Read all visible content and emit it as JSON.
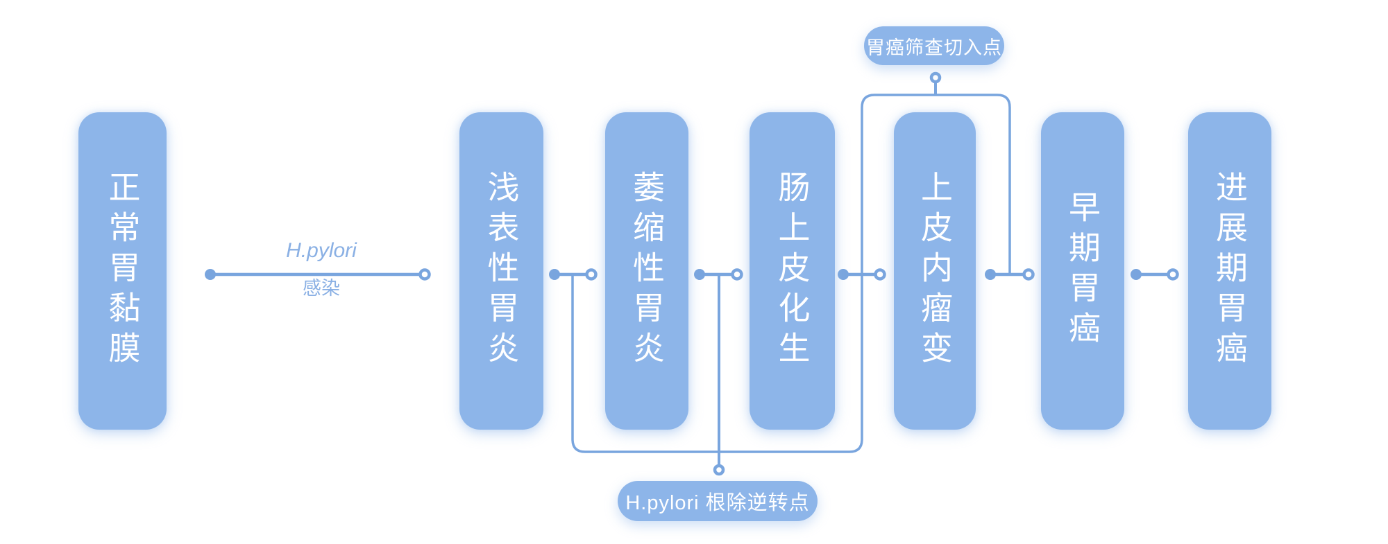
{
  "diagram": {
    "stages": [
      {
        "label": "正常胃黏膜"
      },
      {
        "label": "浅表性胃炎"
      },
      {
        "label": "萎缩性胃炎"
      },
      {
        "label": "肠上皮化生"
      },
      {
        "label": "上皮内瘤变"
      },
      {
        "label": "早期胃癌"
      },
      {
        "label": "进展期胃癌"
      }
    ],
    "edge_label": {
      "line1": "H.pylori",
      "line2": "感染"
    },
    "annotations": {
      "top": {
        "label": "胃癌筛查切入点"
      },
      "bottom": {
        "label": "H.pylori 根除逆转点"
      }
    },
    "colors": {
      "background": "#FFFFFF",
      "node_fill": "#8DB5E9",
      "line": "#79A5DE",
      "text_on_node": "#FFFFFF",
      "annotation_text": "#8AB0E4"
    }
  }
}
